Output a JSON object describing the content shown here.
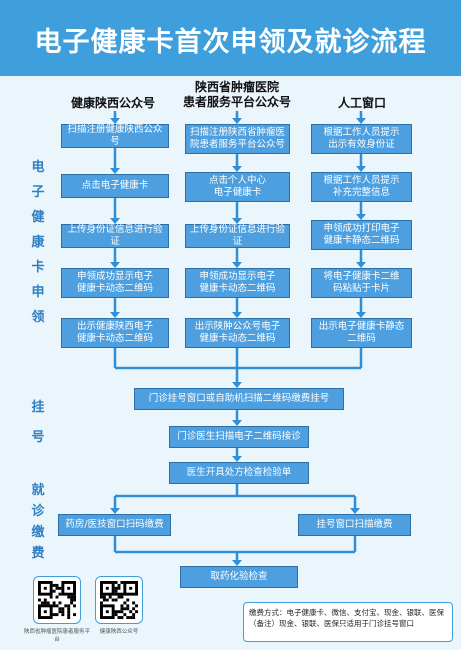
{
  "title": "电子健康卡首次申领及就诊流程",
  "columns": [
    {
      "heading": "健康陕西公众号"
    },
    {
      "heading": "陕西省肿瘤医院\n患者服务平台公众号"
    },
    {
      "heading": "人工窗口"
    }
  ],
  "side_labels": {
    "apply": [
      "电",
      "子",
      "健",
      "康",
      "卡",
      "申",
      "领"
    ],
    "register": [
      "挂",
      "号"
    ],
    "pay": [
      "就",
      "诊",
      "缴",
      "费"
    ]
  },
  "flow": {
    "col1": [
      "扫描注册健康陕西公众号",
      "点击电子健康卡",
      "上传身份证信息进行验证",
      "申领成功显示电子\n健康卡动态二维码",
      "出示健康陕西电子\n健康卡动态二维码"
    ],
    "col2": [
      "扫描注册陕西省肿瘤医\n院患者服务平台公众号",
      "点击个人中心\n电子健康卡",
      "上传身份证信息进行验证",
      "申领成功显示电子\n健康卡动态二维码",
      "出示陕肿公众号电子\n健康卡动态二维码"
    ],
    "col3": [
      "根据工作人员提示\n出示有效身份证",
      "根据工作人员提示\n补充完整信息",
      "申领成功打印电子\n健康卡静态二维码",
      "将电子健康卡二维\n码粘贴于卡片",
      "出示电子健康卡静态\n二维码"
    ],
    "register": [
      "门诊挂号窗口或自助机扫描二维码缴费挂号",
      "门诊医生扫描电子二维码接诊",
      "医生开具处方检查检验单"
    ],
    "pay_left": "药房/医技窗口扫码缴费",
    "pay_right": "挂号窗口扫描缴费",
    "final": "取药化验检查"
  },
  "qr_codes": [
    {
      "caption": "陕西省肿瘤医院患者服务平台"
    },
    {
      "caption": "健康陕西公众号"
    }
  ],
  "payment_note": "缴费方式：电子健康卡、微信、支付宝、现金、银联、医保（备注）现金、银联、医保只适用于门诊挂号窗口",
  "colors": {
    "title_bg": "#3e9fdc",
    "box_bg": "#4d9fdf",
    "side_text": "#2f7fc2",
    "background": "#eaf5fc"
  }
}
